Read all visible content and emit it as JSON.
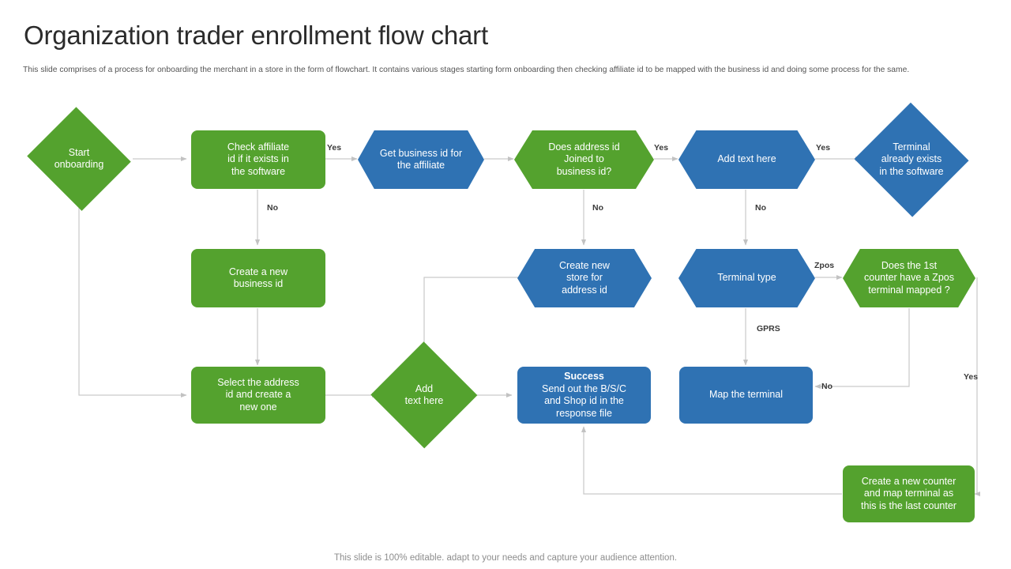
{
  "slide": {
    "title": "Organization trader enrollment flow chart",
    "subtitle": "This slide comprises of a process for onboarding the merchant in a store in the form of flowchart. It contains various stages  starting form onboarding then checking affiliate id to be mapped with the business id and doing some process for the same.",
    "footer": "This slide is 100% editable. adapt to your needs and capture your audience attention."
  },
  "colors": {
    "green": "#54a22e",
    "blue": "#2f72b3",
    "connector": "#c9c9c9",
    "title_text": "#2b2b2b",
    "subtitle_text": "#555555",
    "footer_text": "#8d8d8d",
    "node_text": "#ffffff",
    "edge_label_text": "#3a3a3a"
  },
  "flowchart": {
    "type": "flowchart",
    "nodes": [
      {
        "id": "start-onboarding",
        "label": "Start\nonboarding",
        "shape": "diamond",
        "color": "green"
      },
      {
        "id": "check-affiliate-id",
        "label": "Check  affiliate\nid  if it exists in\nthe software",
        "shape": "rect",
        "color": "green"
      },
      {
        "id": "get-business-id",
        "label": "Get business id  for\nthe affiliate",
        "shape": "hexagon",
        "color": "blue"
      },
      {
        "id": "does-address-id",
        "label": "Does address id\nJoined  to\nbusiness id?",
        "shape": "hexagon",
        "color": "green"
      },
      {
        "id": "add-text-here-hex",
        "label": "Add text here",
        "shape": "hexagon",
        "color": "blue"
      },
      {
        "id": "terminal-exists",
        "label": "Terminal\nalready  exists\nin the software",
        "shape": "diamond",
        "color": "blue"
      },
      {
        "id": "create-business-id",
        "label": "Create  a new\nbusiness id",
        "shape": "rect",
        "color": "green"
      },
      {
        "id": "create-new-store",
        "label": "Create new\nstore  for\naddress id",
        "shape": "hexagon",
        "color": "blue"
      },
      {
        "id": "terminal-type",
        "label": "Terminal  type",
        "shape": "hexagon",
        "color": "blue"
      },
      {
        "id": "zpos-counter",
        "label": "Does the 1st\ncounter have  a Zpos\nterminal mapped ?",
        "shape": "hexagon",
        "color": "green"
      },
      {
        "id": "select-address-id",
        "label": "Select the address\nid and create a\nnew one",
        "shape": "rect",
        "color": "green"
      },
      {
        "id": "add-text-here-diamond",
        "label": "Add\ntext here",
        "shape": "diamond",
        "color": "green"
      },
      {
        "id": "success",
        "label_bold": "Success",
        "label": "Send out the B/S/C\nand Shop id in the\nresponse file",
        "shape": "rect",
        "color": "blue"
      },
      {
        "id": "map-terminal",
        "label": "Map the  terminal",
        "shape": "rect",
        "color": "blue"
      },
      {
        "id": "create-new-counter",
        "label": "Create  a new counter\nand  map terminal  as\nthis is the last counter",
        "shape": "rect",
        "color": "green"
      }
    ],
    "edge_labels": [
      {
        "id": "yes-1",
        "text": "Yes",
        "from": "check-affiliate-id",
        "to": "get-business-id"
      },
      {
        "id": "no-1",
        "text": "No",
        "from": "check-affiliate-id",
        "to": "create-business-id"
      },
      {
        "id": "yes-2",
        "text": "Yes",
        "from": "does-address-id",
        "to": "add-text-here-hex"
      },
      {
        "id": "no-2",
        "text": "No",
        "from": "does-address-id",
        "to": "create-new-store"
      },
      {
        "id": "yes-3",
        "text": "Yes",
        "from": "add-text-here-hex",
        "to": "terminal-exists"
      },
      {
        "id": "no-3",
        "text": "No",
        "from": "add-text-here-hex",
        "to": "terminal-type"
      },
      {
        "id": "zpos",
        "text": "Zpos",
        "from": "terminal-type",
        "to": "zpos-counter"
      },
      {
        "id": "gprs",
        "text": "GPRS",
        "from": "terminal-type",
        "to": "map-terminal"
      },
      {
        "id": "no-4",
        "text": "No",
        "from": "zpos-counter",
        "to": "map-terminal"
      },
      {
        "id": "yes-4",
        "text": "Yes",
        "from": "zpos-counter",
        "to": "create-new-counter"
      }
    ]
  }
}
